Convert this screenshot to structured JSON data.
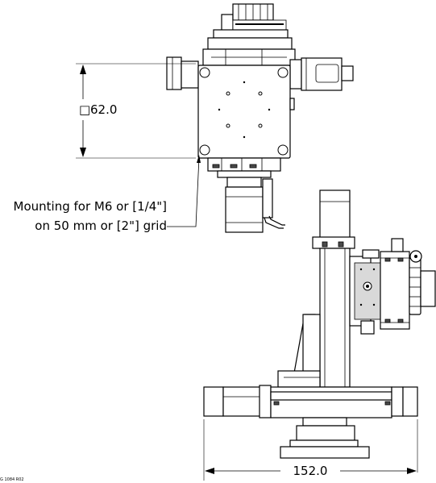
{
  "drawing": {
    "dimension_square": "62.0",
    "square_symbol": "□",
    "dimension_width": "152.0",
    "note_line1": "Mounting for M6 or [1/4\"]",
    "note_line2": "on 50 mm or [2\"] grid",
    "drawing_ref": "G 1084 R02"
  }
}
